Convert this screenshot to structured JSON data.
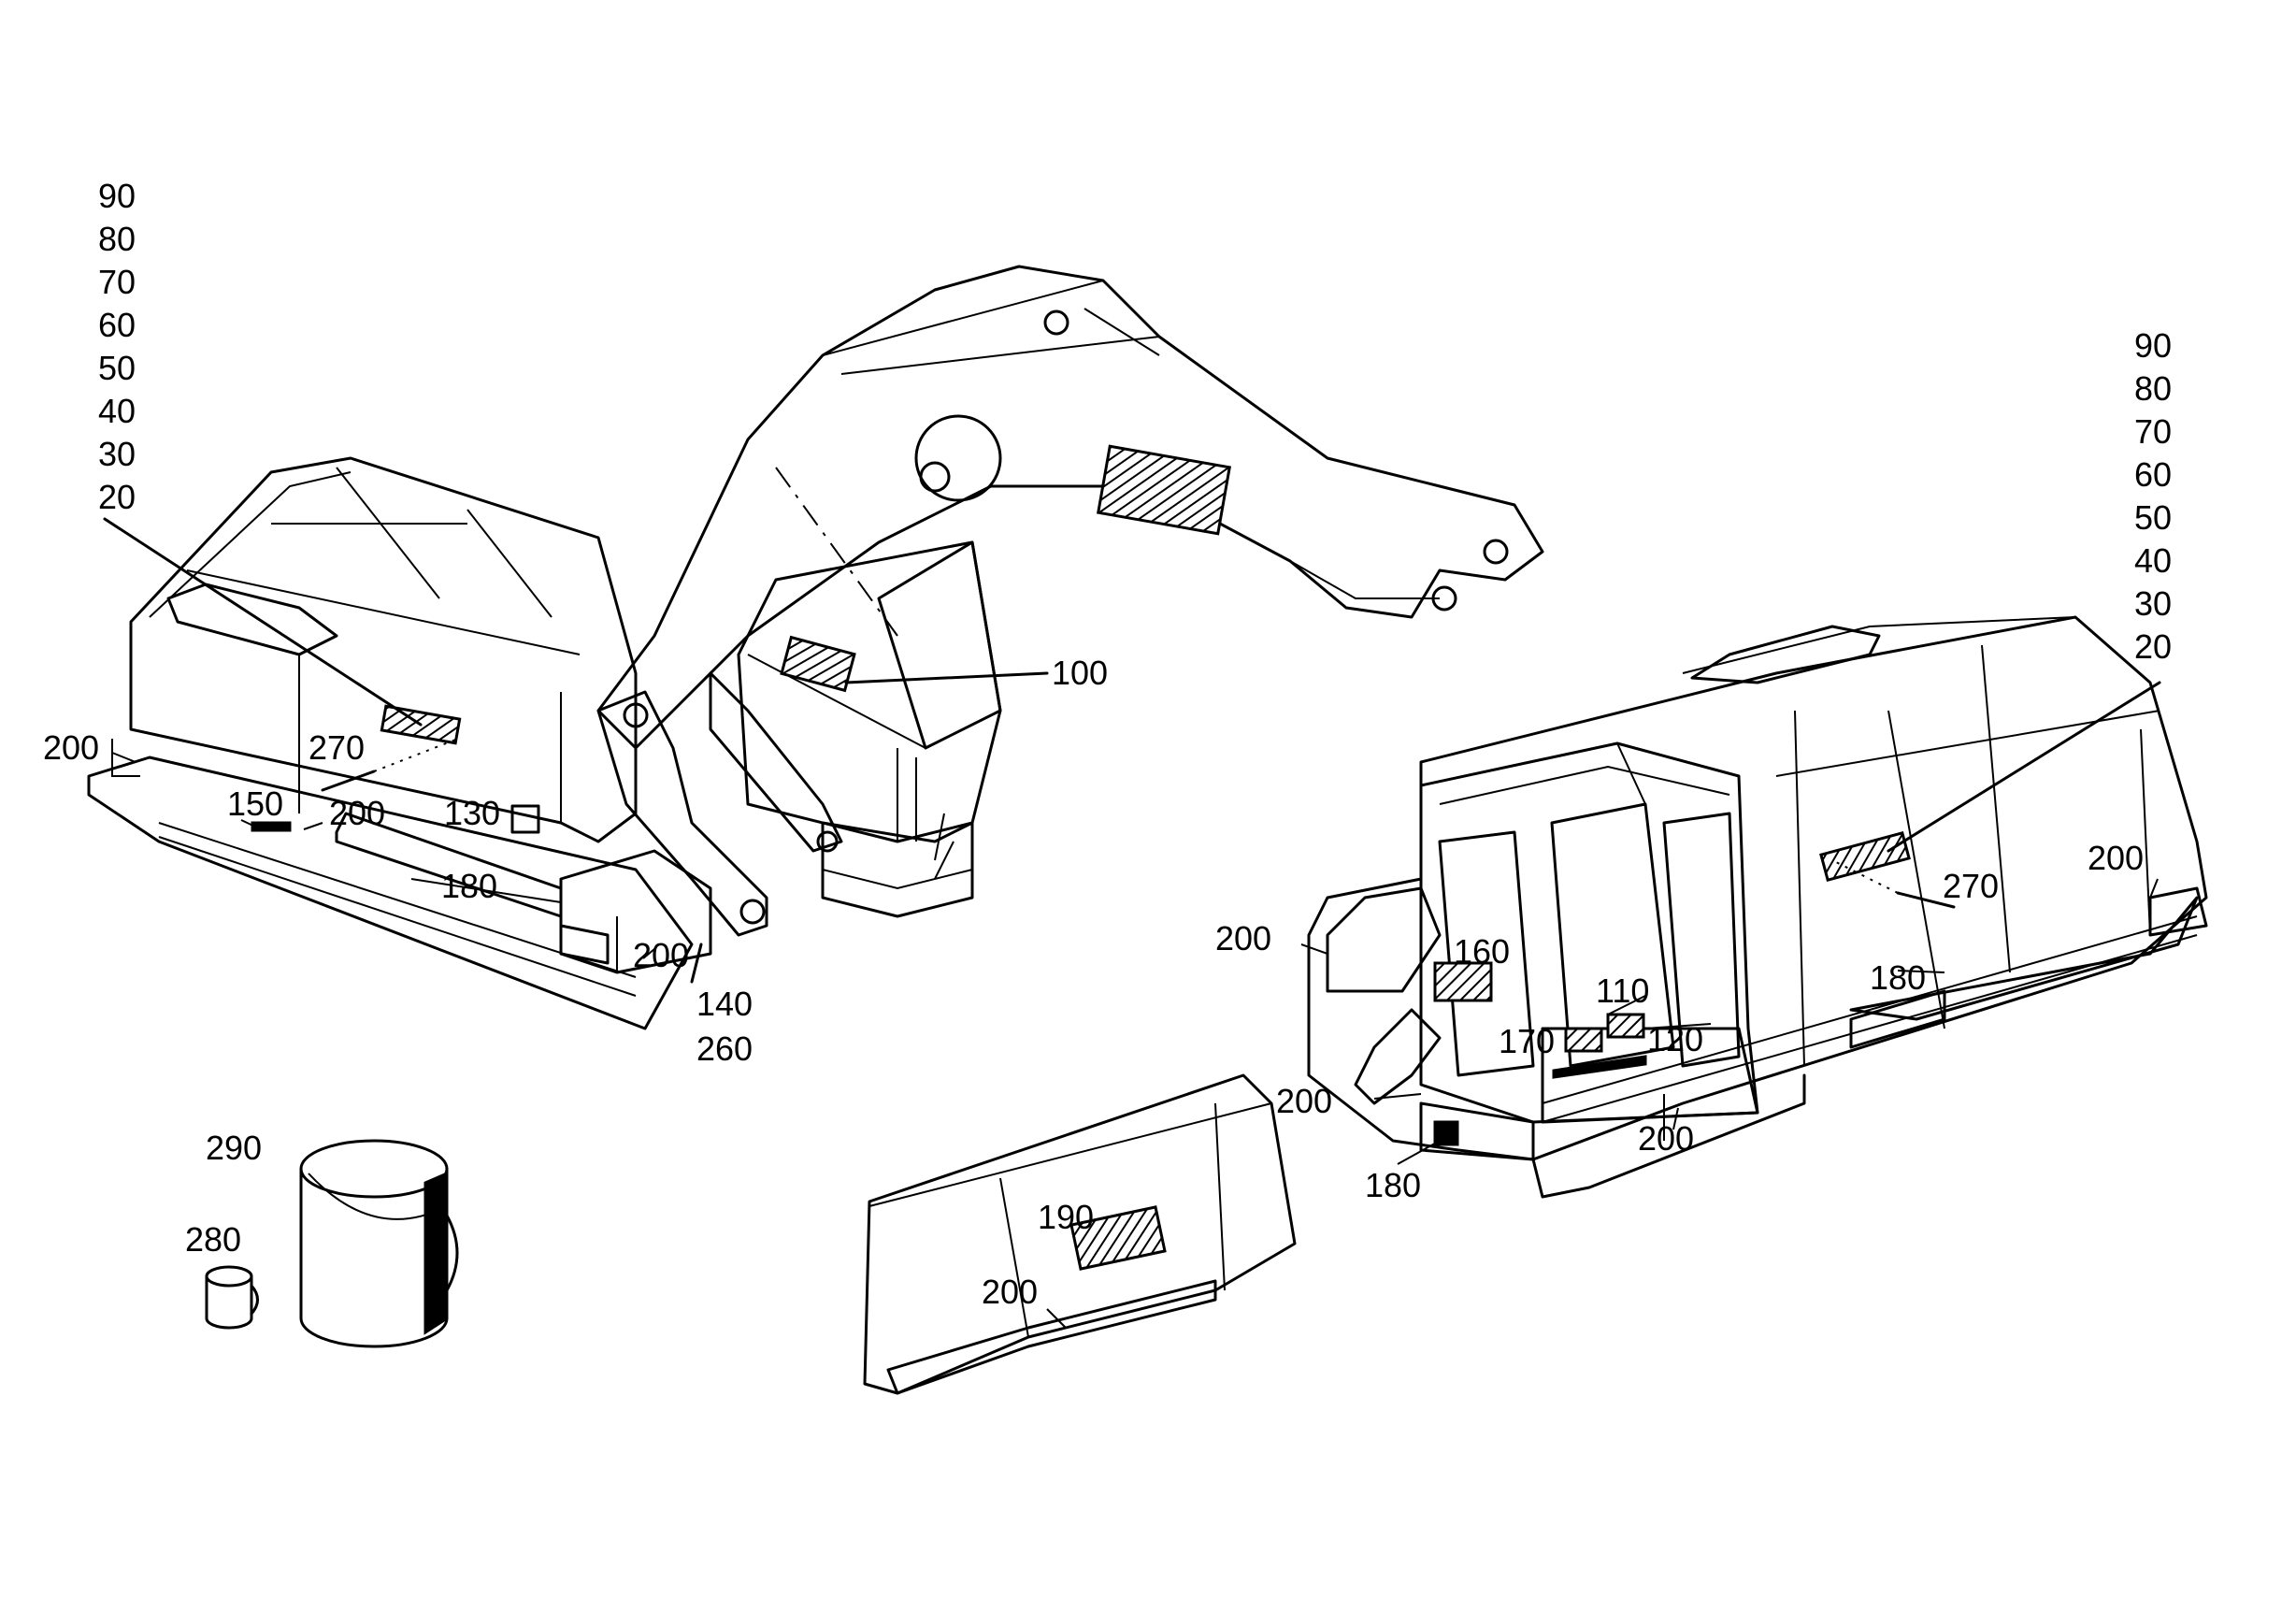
{
  "diagram": {
    "callouts": {
      "left_stack": [
        "90",
        "80",
        "70",
        "60",
        "50",
        "40",
        "30",
        "20"
      ],
      "right_stack": [
        "90",
        "80",
        "70",
        "60",
        "50",
        "40",
        "30",
        "20"
      ],
      "boom_plate": "100",
      "left_270": "270",
      "left_200_rear": "200",
      "left_150": "150",
      "left_200_side": "200",
      "left_130": "130",
      "left_180": "180",
      "left_200_front": "200",
      "left_140": "140",
      "left_260": "260",
      "right_160": "160",
      "right_110": "110",
      "right_170": "170",
      "right_120": "120",
      "right_270": "270",
      "right_200_rear": "200",
      "right_180_side": "180",
      "right_200_left": "200",
      "right_200_cab": "200",
      "right_200_bottom": "200",
      "right_180_base": "180",
      "counterweight_190": "190",
      "counterweight_200": "200",
      "paint_can_large": "290",
      "paint_can_small": "280"
    }
  }
}
